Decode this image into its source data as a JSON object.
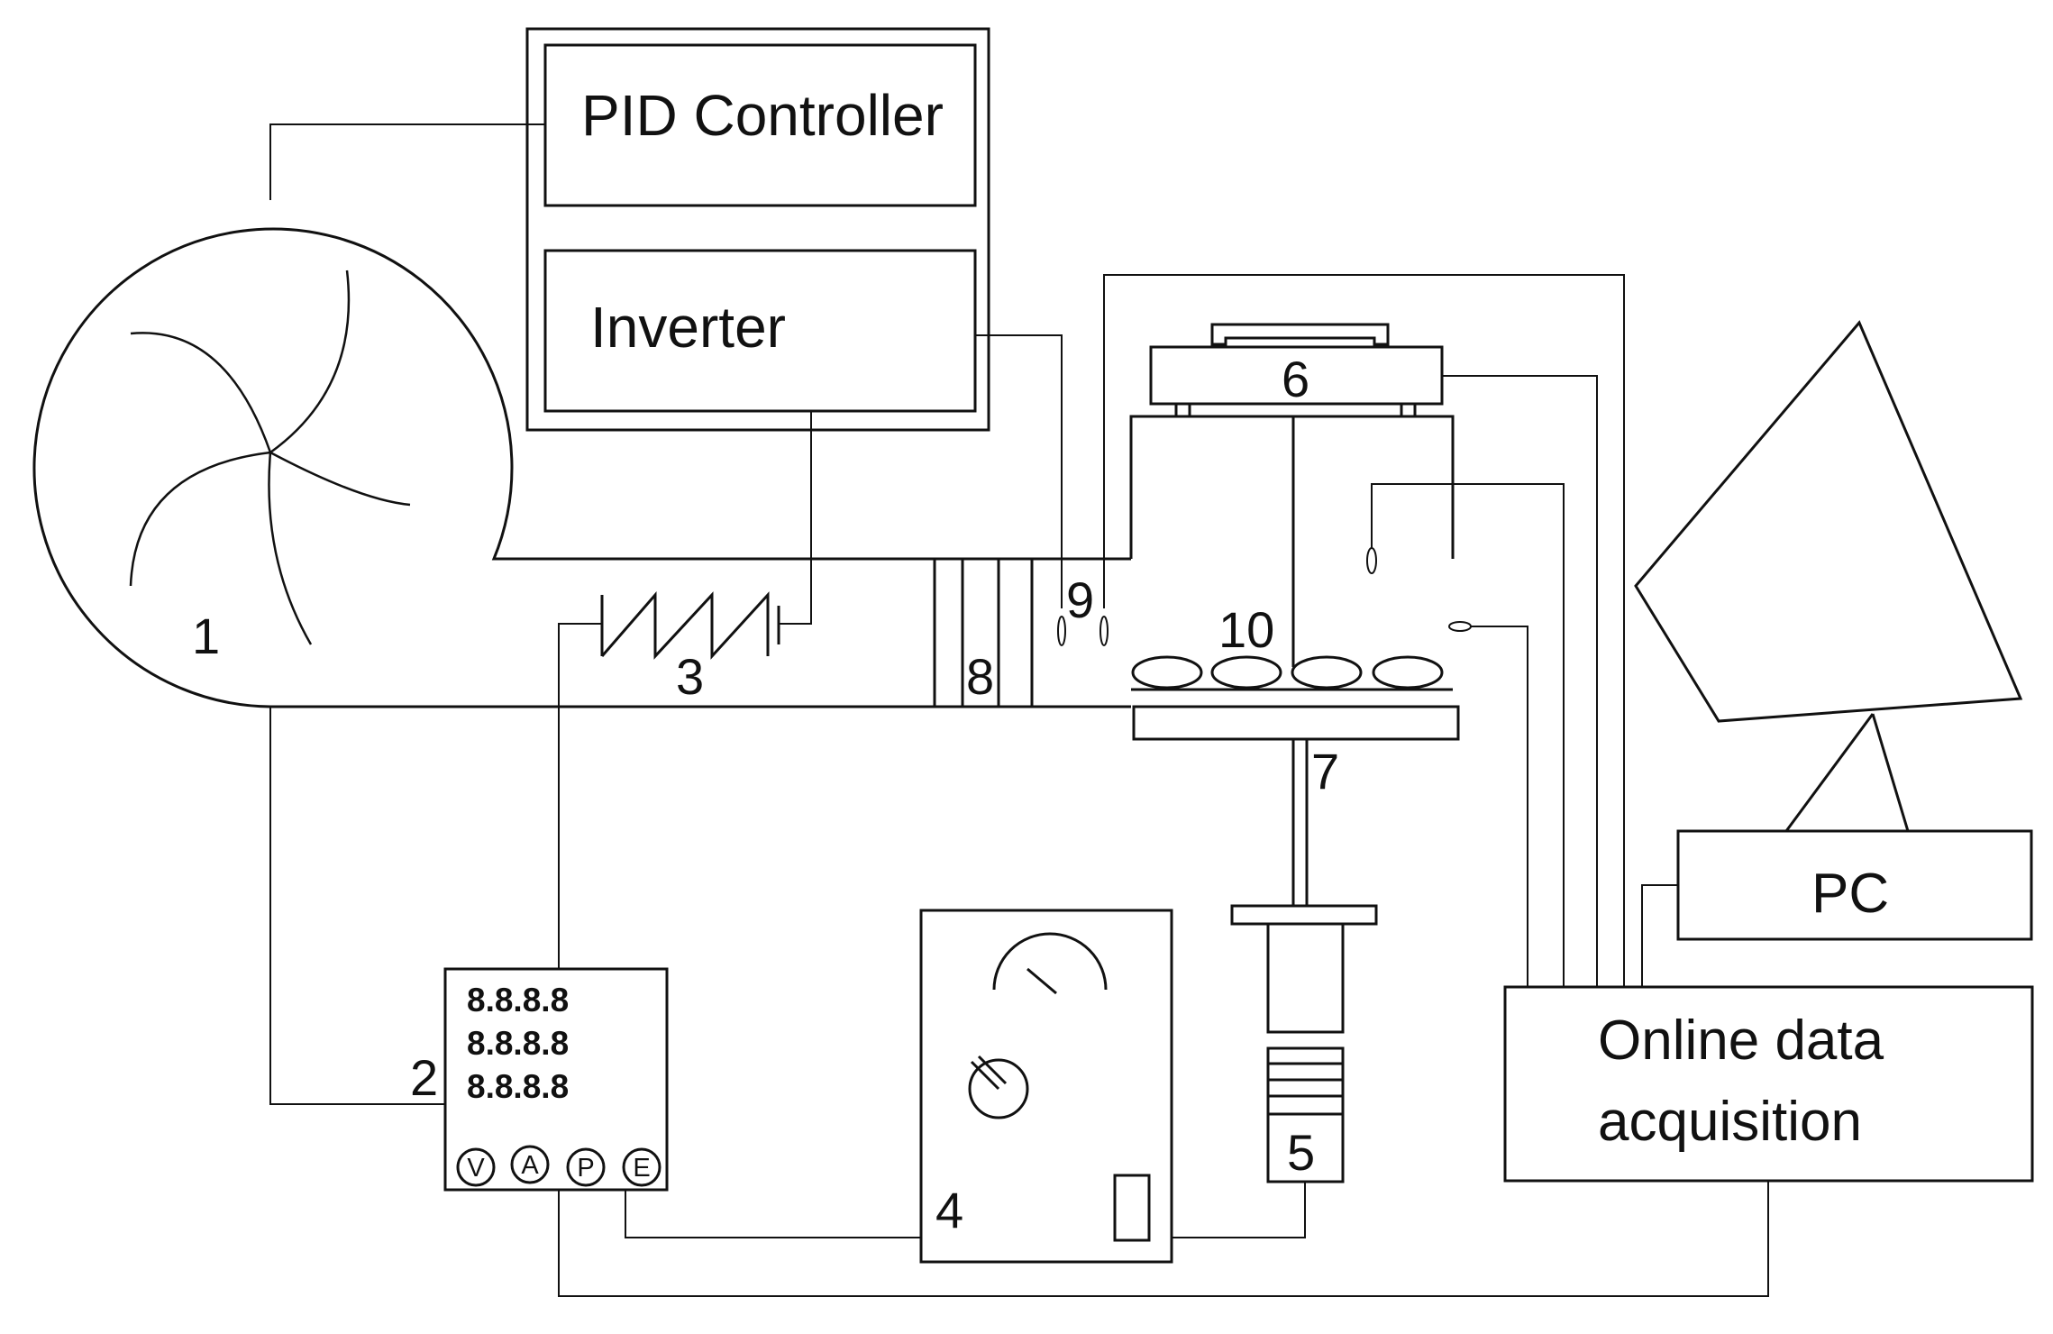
{
  "labels": {
    "pid_controller": "PID Controller",
    "inverter": "Inverter",
    "pc": "PC",
    "online_line1": "Online data",
    "online_line2": "acquisition",
    "n1": "1",
    "n2": "2",
    "n3": "3",
    "n4": "4",
    "n5": "5",
    "n6": "6",
    "n7": "7",
    "n8": "8",
    "n9": "9",
    "n10": "10"
  },
  "meter": {
    "displays": [
      "8.8.8.8",
      "8.8.8.8",
      "8.8.8.8"
    ],
    "buttons": [
      "V",
      "A",
      "P",
      "E"
    ]
  },
  "colors": {
    "stroke": "#111111",
    "background": "#ffffff"
  }
}
